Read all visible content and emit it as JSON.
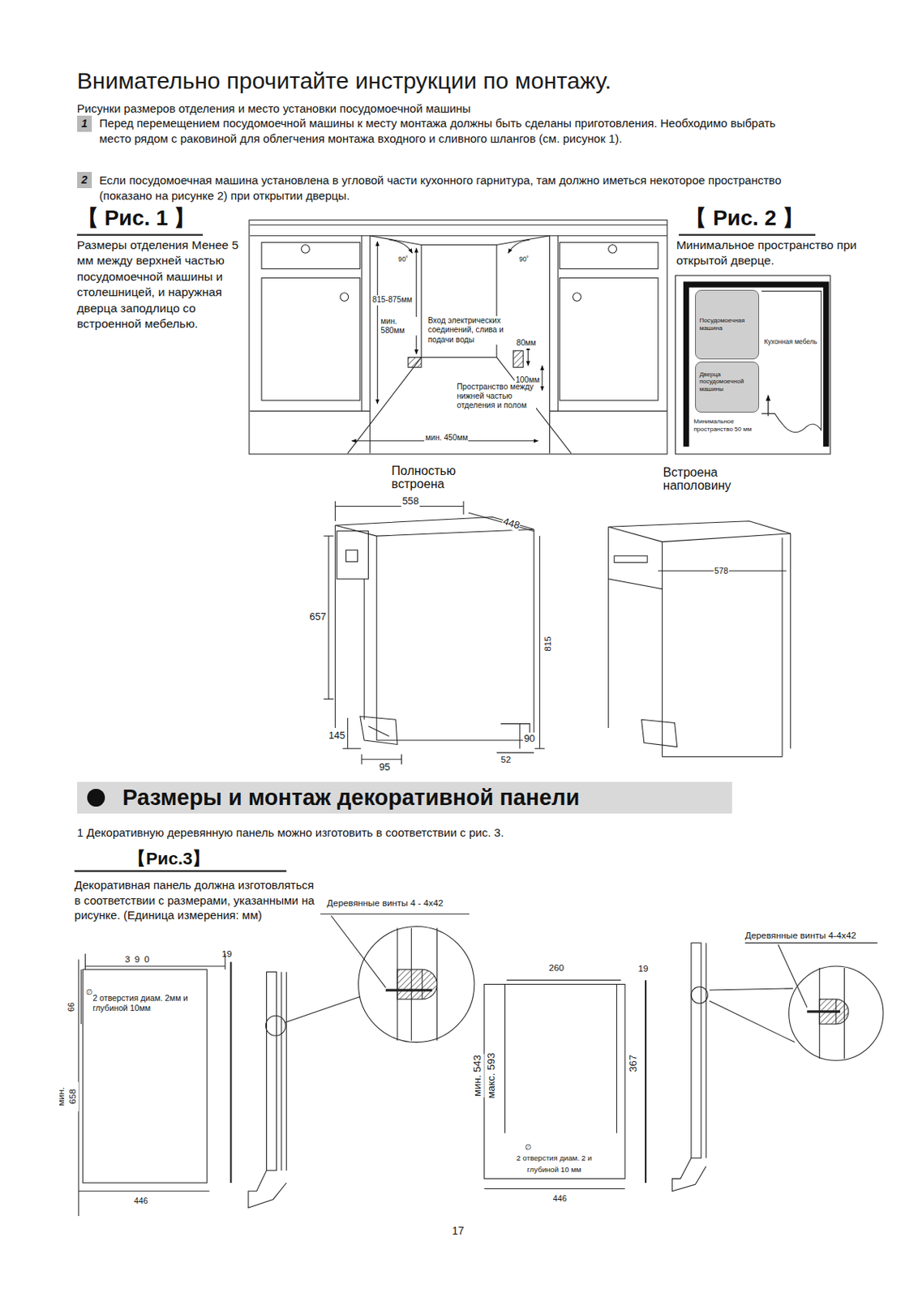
{
  "diagram": {
    "title": "Внимательно прочитайте инструкции по монтажу.",
    "nodes": [
      {
        "text": [
          "1"
        ]
      },
      {
        "text": [
          "2"
        ]
      },
      {
        "text": [
          "Посудомоечная машина"
        ]
      },
      {
        "text": [
          "Дверца посудомоечной машины"
        ]
      },
      {
        "text": [
          "Размеры и монтаж декоративной панели"
        ]
      }
    ],
    "labels": [
      "Рисунки размеров отделения и место установки посудомоечной машины",
      "Перед перемещением посудомоечной машины к месту монтажа должны быть сделаны приготовления. Необходимо выбрать место рядом с раковиной для облегчения монтажа входного и сливного шлангов (см. рисунок 1).",
      "Если посудомоечная машина установлена в угловой части кухонного гарнитура, там должно иметься некоторое пространство (показано на рисунке 2) при открытии дверцы.",
      "【 Рис. 1 】",
      "Размеры отделения Менее 5 мм между верхней частью посудомоечной машины и столешницей, и наружная дверца заподлицо со встроенной мебелью.",
      "90˚",
      "90˚",
      "815-875мм",
      "мин. 580мм",
      "Вход электрических соединений, слива и подачи воды",
      "80мм",
      "100мм",
      "Пространство между нижней частью отделения и полом",
      "мин. 450мм",
      "【 Рис. 2 】",
      "Минимальное пространство при открытой дверце.",
      "Кухонная мебель",
      "Минимальное пространство 50 мм",
      "Полностью встроена",
      "558",
      "448",
      "657",
      "815",
      "145",
      "95",
      "90",
      "52",
      "Встроена наполовину",
      "578",
      "1 Декоративную деревянную панель можно изготовить в соответствии с рис. 3.",
      "【Рис.3】",
      "Декоративная панель должна изготовляться в соответствии с размерами, указанными на рисунке. (Единица измерения: мм)",
      "Деревянные винты 4 - 4x42",
      "390",
      "19",
      "∅",
      "2 отверстия диам. 2мм и глубиной 10мм",
      "66",
      "мин. 658",
      "446",
      "260",
      "19",
      "мин. 543",
      "макс. 593",
      "367",
      "∅",
      "2 отверстия диам. 2 и глубиной 10 мм",
      "446",
      "Деревянные винты 4-4x42",
      "17"
    ]
  }
}
